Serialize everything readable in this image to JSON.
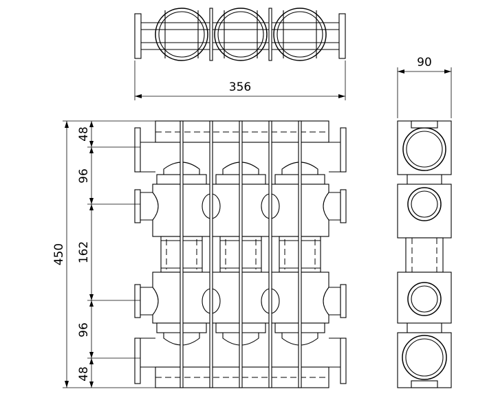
{
  "dimensions": {
    "top_width": "356",
    "side_depth": "90",
    "total_height": "450",
    "seg_top_48": "48",
    "seg_top_96": "96",
    "seg_mid_162": "162",
    "seg_bot_96": "96",
    "seg_bot_48": "48"
  }
}
